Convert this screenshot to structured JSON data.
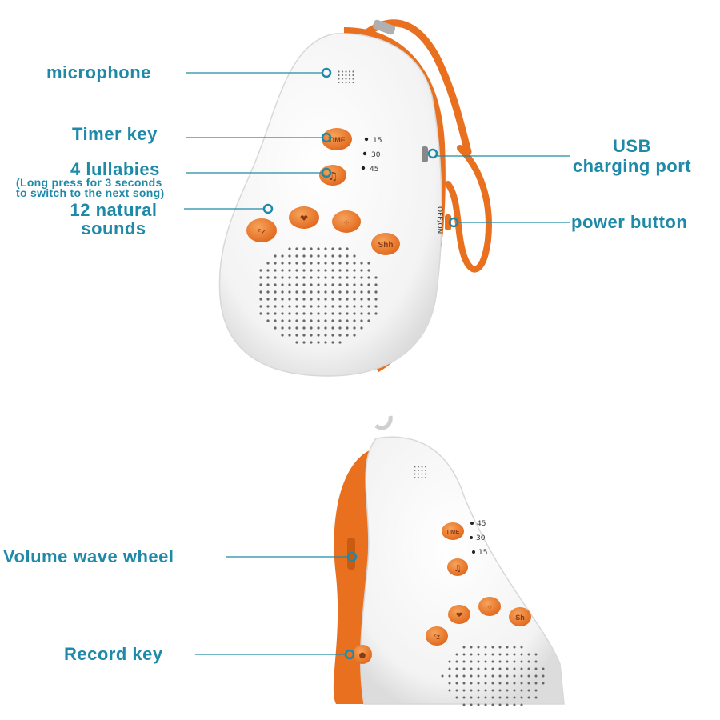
{
  "callouts": {
    "microphone": "microphone",
    "timer_key": "Timer key",
    "lullabies_title": "4 lullabies",
    "lullabies_note_1": "(Long press for 3 seconds",
    "lullabies_note_2": "to switch to the next song)",
    "natural_1": "12 natural",
    "natural_2": "sounds",
    "usb_1": "USB",
    "usb_2": "charging port",
    "power": "power button",
    "volume": "Volume wave wheel",
    "record": "Record key"
  },
  "device_top": {
    "timer_button": "TIME",
    "timer_options": [
      "15",
      "30",
      "45"
    ],
    "power_switch_label": "OFF/ON",
    "shh_button": "Shh"
  },
  "device_bottom": {
    "timer_button": "TIME",
    "timer_options": [
      "45",
      "30",
      "15"
    ],
    "shh_button": "Sh"
  },
  "colors": {
    "label": "#1f8aa8",
    "accent_orange": "#e8701f",
    "device_white": "#f7f7f7"
  }
}
